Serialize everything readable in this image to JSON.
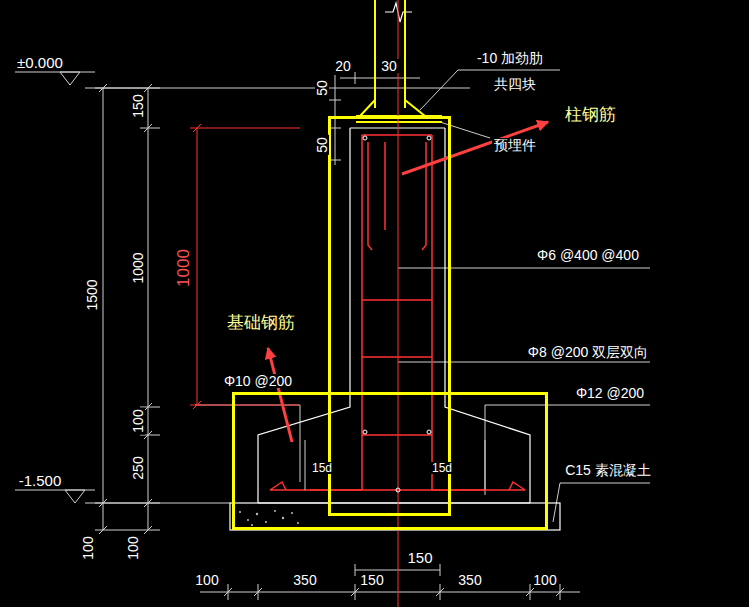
{
  "diagram": {
    "nodes": [
      {
        "text": [
          "柱钢筋"
        ]
      },
      {
        "text": [
          "基础钢筋"
        ]
      }
    ],
    "labels": [
      "±0.000",
      "-1.500",
      "20",
      "30",
      "50",
      "50",
      "-10 加劲肋",
      "共四块",
      "预埋件",
      "150",
      "1000",
      "100",
      "250",
      "1500",
      "1000",
      "100",
      "100",
      "Φ6 @400 @400",
      "Φ8 @200 双层双向",
      "Φ10 @200",
      "Φ12 @200",
      "15d",
      "15d",
      "C15 素混凝土",
      "150",
      "100",
      "350",
      "150",
      "350",
      "100"
    ]
  }
}
